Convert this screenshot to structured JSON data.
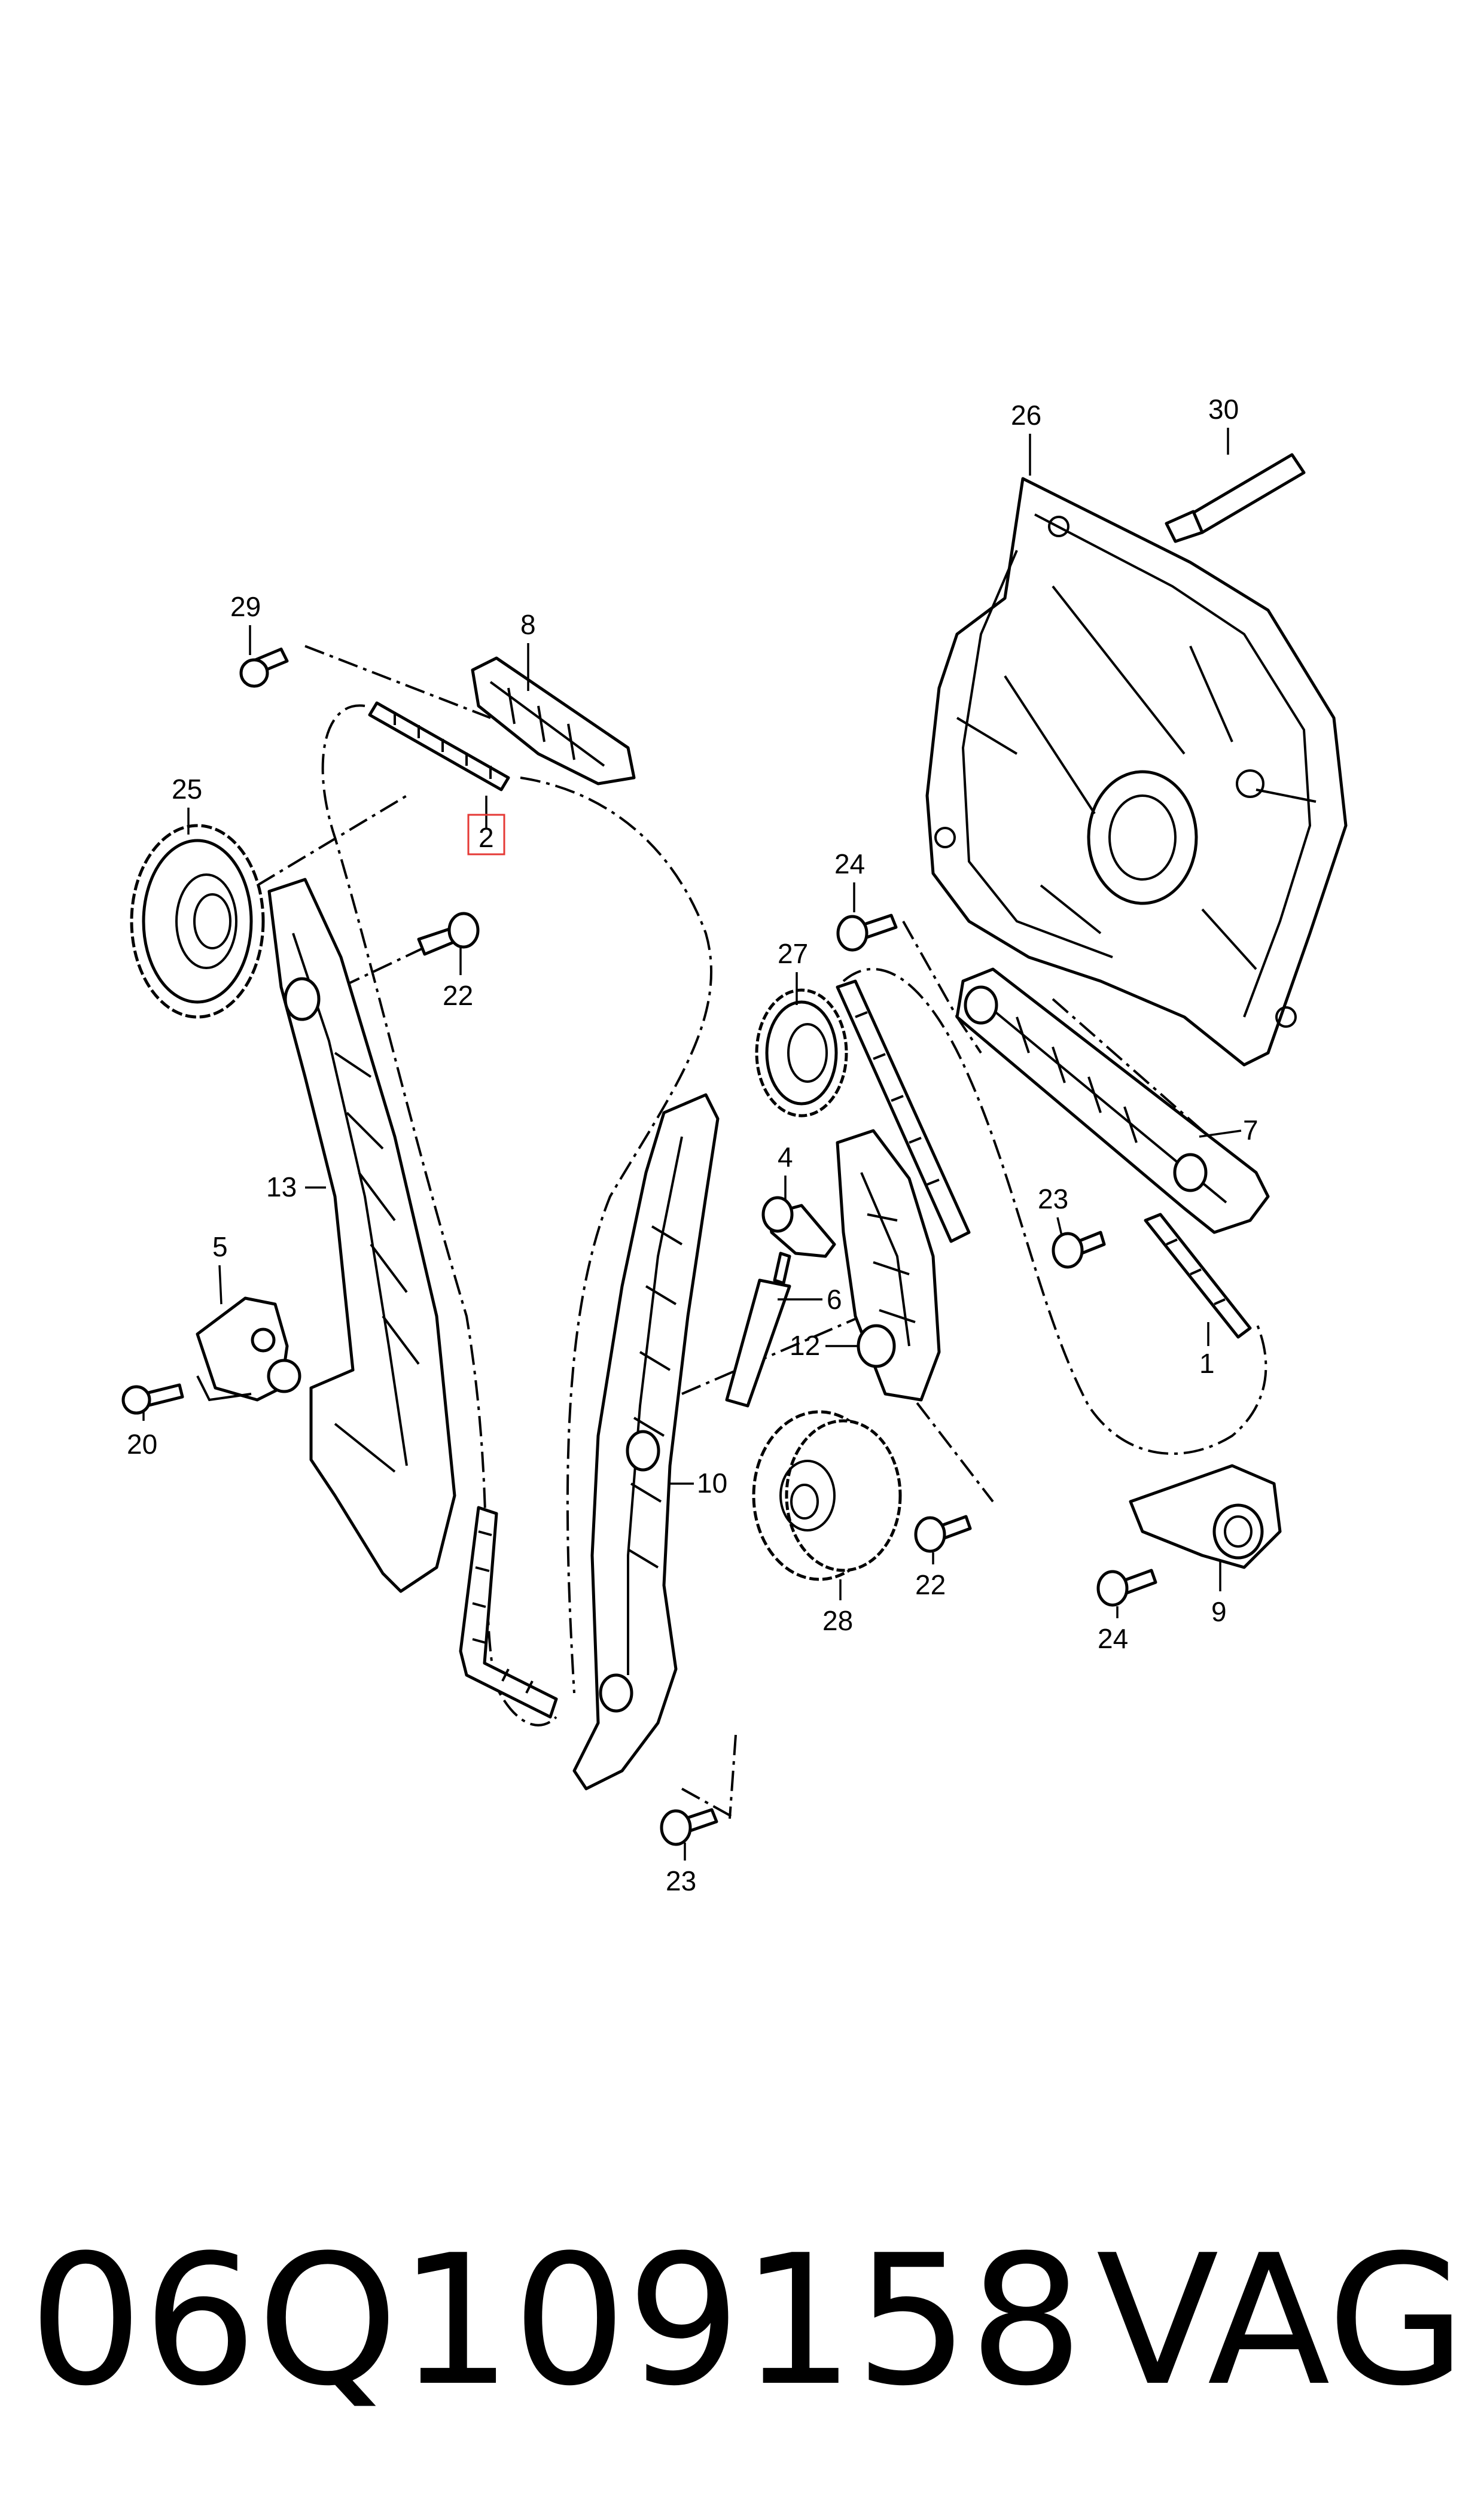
{
  "labels": {
    "l1": "1",
    "l2": "2",
    "l4": "4",
    "l5": "5",
    "l6": "6",
    "l7": "7",
    "l8": "8",
    "l9": "9",
    "l10": "10",
    "l12": "12",
    "l13": "13",
    "l20": "20",
    "l22a": "22",
    "l22b": "22",
    "l23a": "23",
    "l23b": "23",
    "l24a": "24",
    "l24b": "24",
    "l25": "25",
    "l26": "26",
    "l27": "27",
    "l28": "28",
    "l29": "29",
    "l30": "30"
  },
  "highlight_color": "#e53935",
  "footer": {
    "part_number": "06Q109158",
    "brand": "VAG"
  }
}
